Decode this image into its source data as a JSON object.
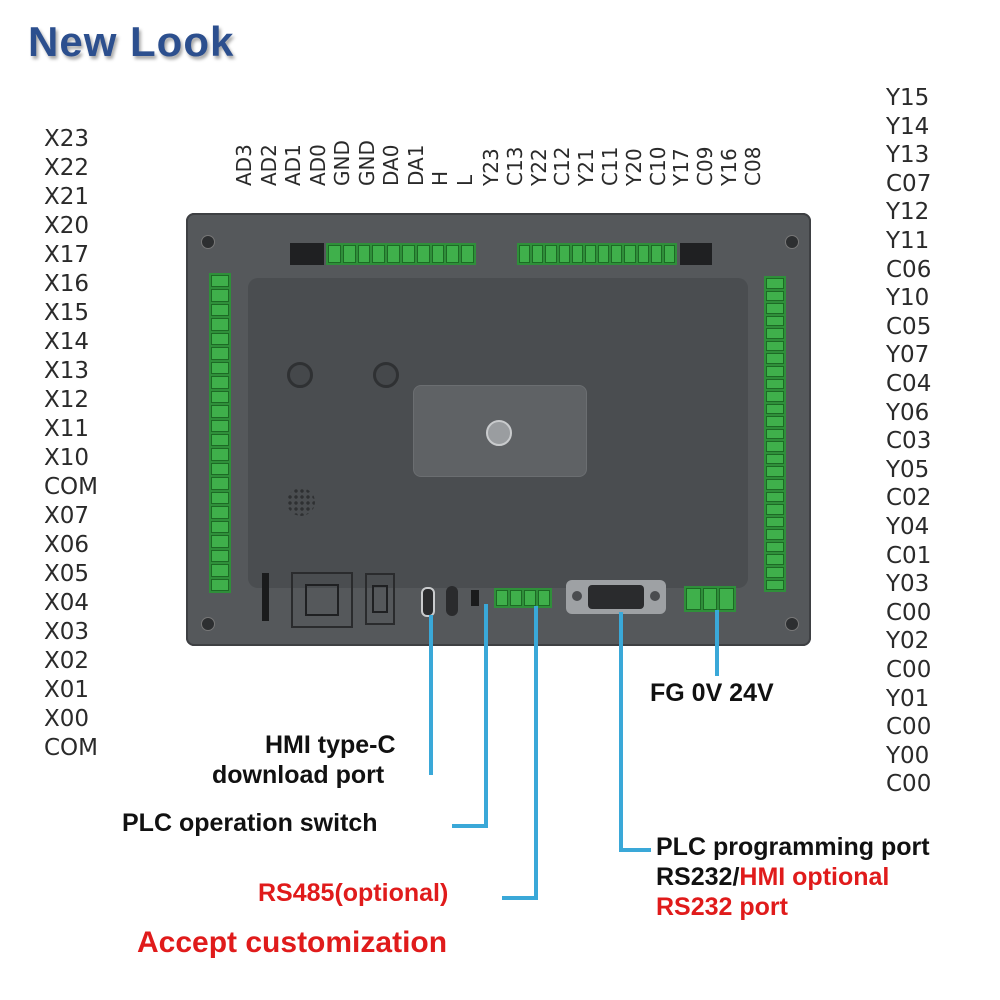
{
  "title": "New Look",
  "left_pins": [
    "X23",
    "X22",
    "X21",
    "X20",
    "X17",
    "X16",
    "X15",
    "X14",
    "X13",
    "X12",
    "X11",
    "X10",
    "COM",
    "X07",
    "X06",
    "X05",
    "X04",
    "X03",
    "X02",
    "X01",
    "X00",
    "COM"
  ],
  "right_pins": [
    "Y15",
    "Y14",
    "Y13",
    "C07",
    "Y12",
    "Y11",
    "C06",
    "Y10",
    "C05",
    "Y07",
    "C04",
    "Y06",
    "C03",
    "Y05",
    "C02",
    "Y04",
    "C01",
    "Y03",
    "C00",
    "Y02",
    "C00",
    "Y01",
    "C00",
    "Y00",
    "C00"
  ],
  "top_pins_a": [
    "AD3",
    "AD2",
    "AD1",
    "AD0",
    "GND",
    "GND",
    "DA0",
    "DA1",
    "H",
    "L"
  ],
  "top_pins_b": [
    "Y23",
    "C13",
    "Y22",
    "C12",
    "Y21",
    "C11",
    "Y20",
    "C10",
    "Y17",
    "C09",
    "Y16",
    "C08"
  ],
  "labels": {
    "power": "FG 0V 24V",
    "hmi_line1": "HMI type-C",
    "hmi_line2": "download port",
    "switch": "PLC operation switch",
    "rs485": "RS485(optional)",
    "customization": "Accept customization",
    "plc_port_line1": "PLC programming port",
    "plc_port_line2a": "RS232/",
    "plc_port_line2b": "HMI optional",
    "plc_port_line3": "RS232 port"
  },
  "colors": {
    "title": "#2c4f8e",
    "callout_line": "#3aa8d8",
    "accent_red": "#e01b1b",
    "terminal_green": "#3fb04b",
    "device_body": "#55585b"
  }
}
